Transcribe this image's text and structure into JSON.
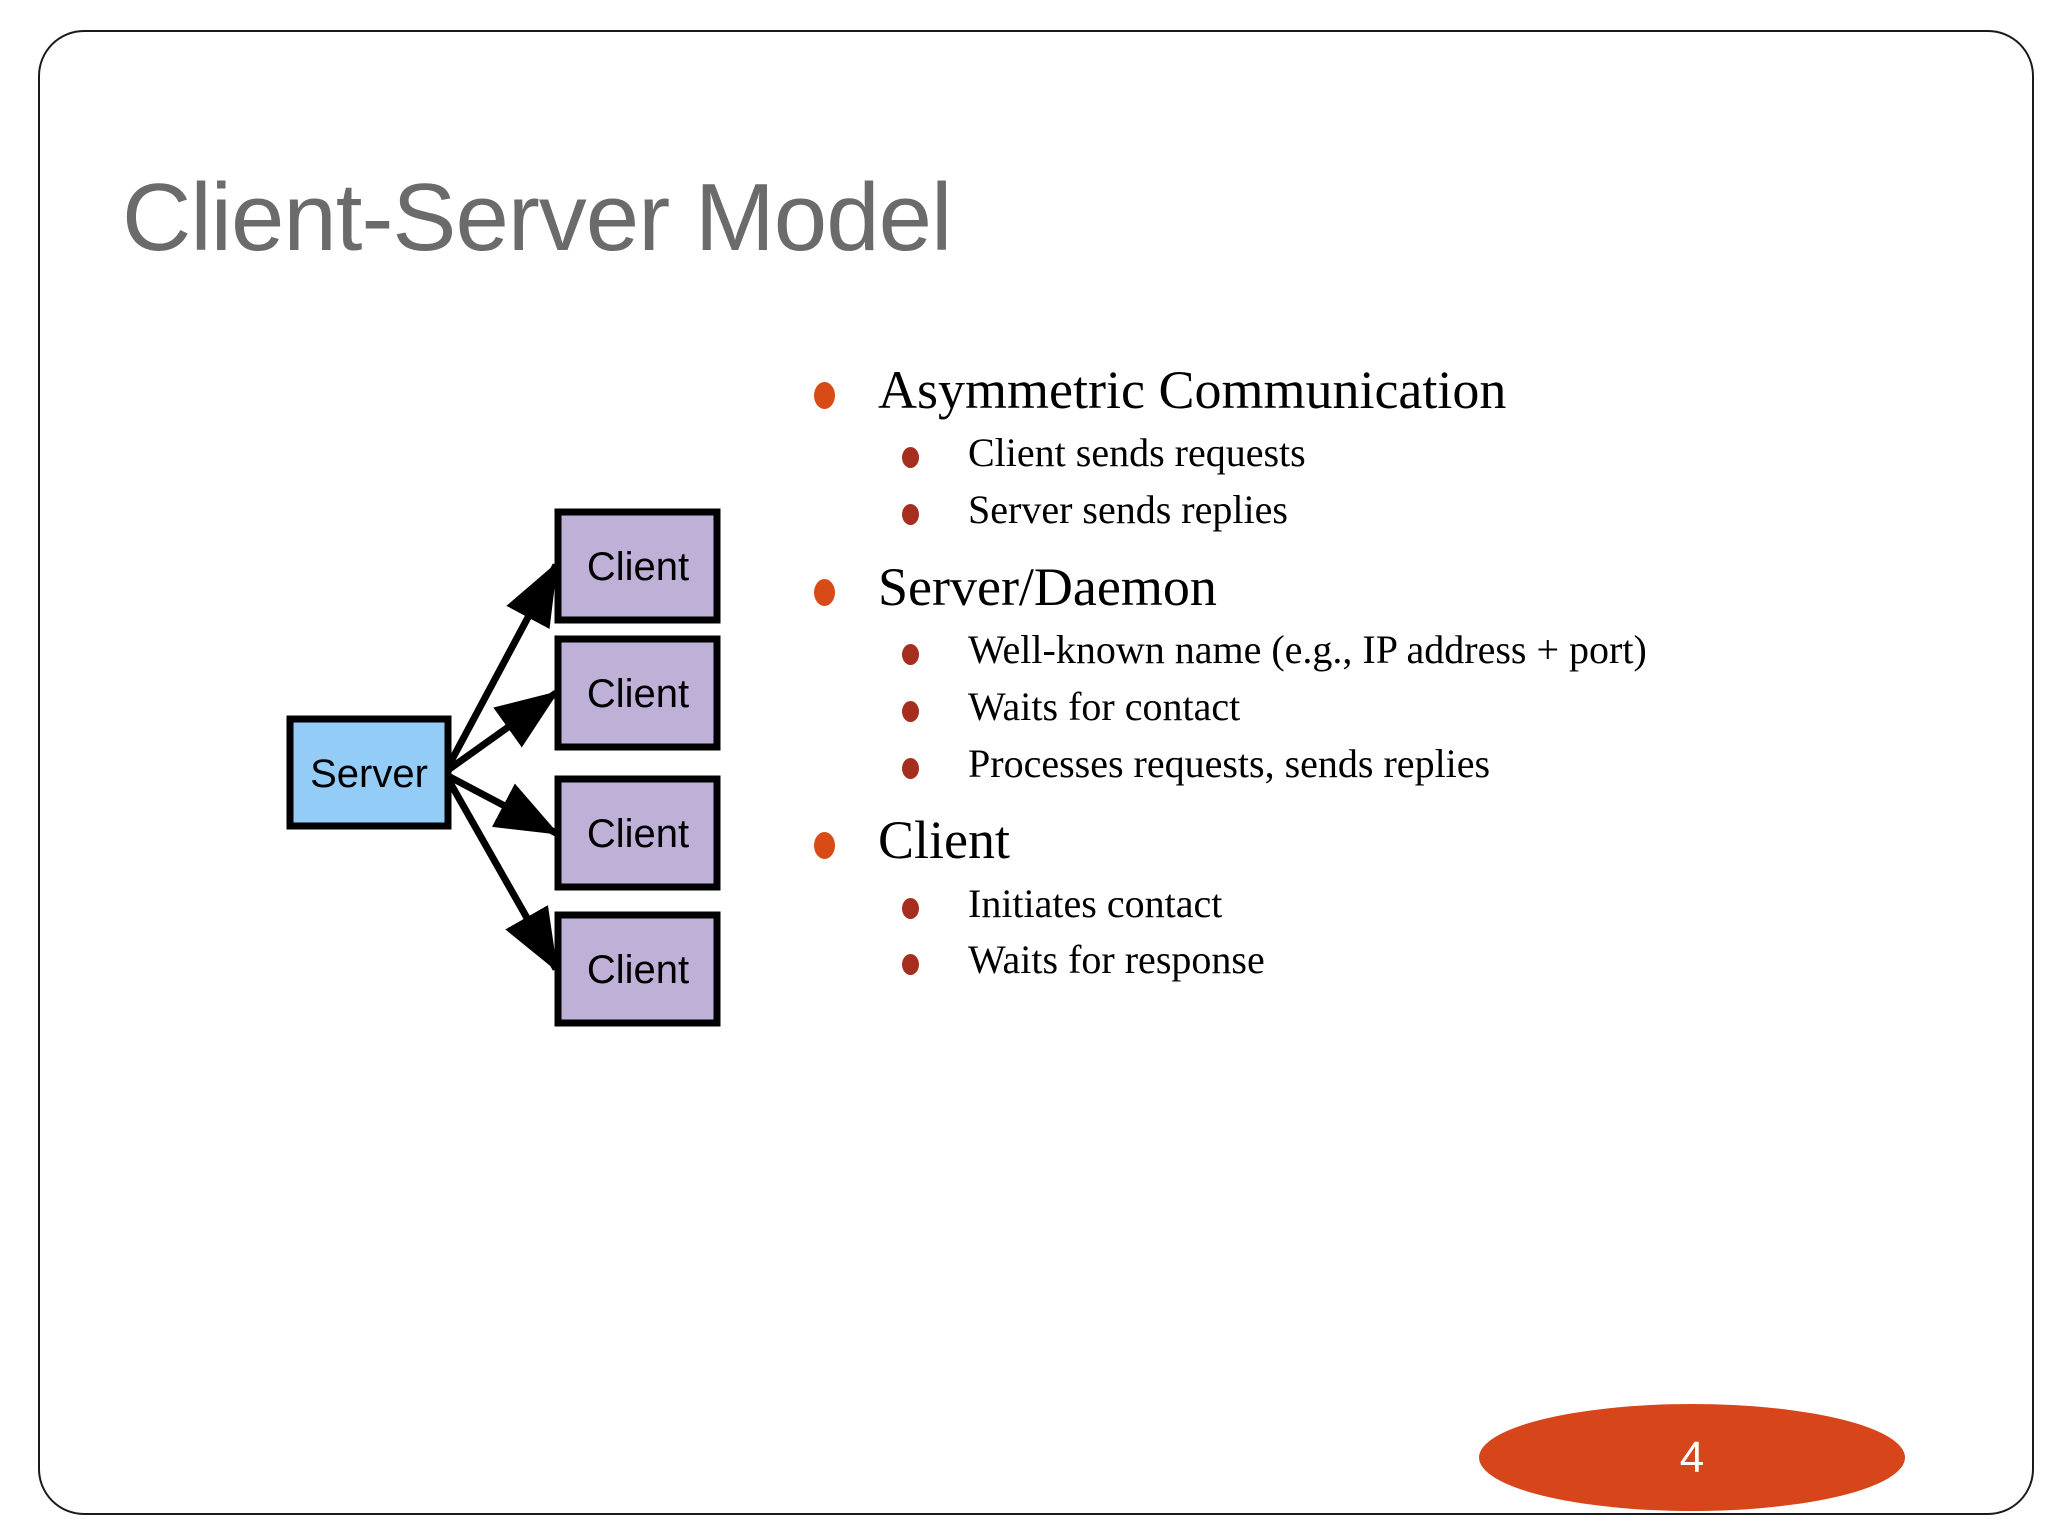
{
  "slide": {
    "title": "Client-Server Model",
    "page_number": "4",
    "colors": {
      "title_gray": "#6b6b6b",
      "bullet_level1": "#D94B16",
      "bullet_level2": "#A62E1E",
      "badge_orange": "#D6461A",
      "server_box_fill": "#93CDF7",
      "client_box_fill": "#BEB0D7",
      "box_stroke": "#000000",
      "frame_border": "#1a1a1a"
    }
  },
  "content": {
    "groups": [
      {
        "heading": "Asymmetric Communication",
        "items": [
          "Client sends requests",
          "Server sends replies"
        ]
      },
      {
        "heading": "Server/Daemon",
        "items": [
          "Well-known name (e.g., IP address + port)",
          "Waits for contact",
          "Processes requests, sends replies"
        ]
      },
      {
        "heading": "Client",
        "items": [
          "Initiates contact",
          "Waits for response"
        ]
      }
    ]
  },
  "diagram": {
    "type": "node-link",
    "server": {
      "label": "Server"
    },
    "clients": [
      {
        "label": "Client"
      },
      {
        "label": "Client"
      },
      {
        "label": "Client"
      },
      {
        "label": "Client"
      }
    ],
    "edge_count": 4,
    "edge_direction": "server-to-client"
  }
}
